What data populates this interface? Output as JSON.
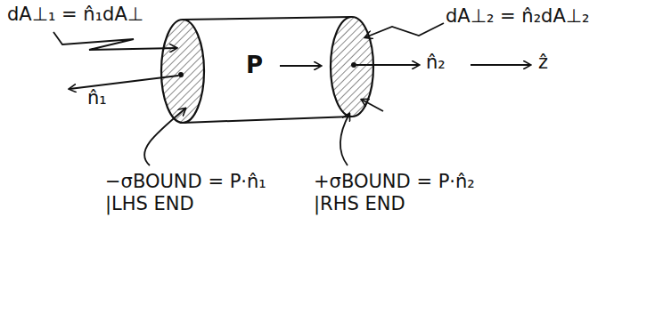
{
  "diagram": {
    "nodes": [
      {
        "text": [
          "P"
        ]
      }
    ],
    "labels": [
      "dA⊥₁ = n̂₁dA⊥",
      "dA⊥₂ = n̂₂dA⊥₂",
      "n̂₁",
      "n̂₂",
      "ẑ",
      "−σBOUND = P·n̂₁ |LHS END",
      "+σBOUND = P·n̂₂ |RHS END"
    ]
  }
}
